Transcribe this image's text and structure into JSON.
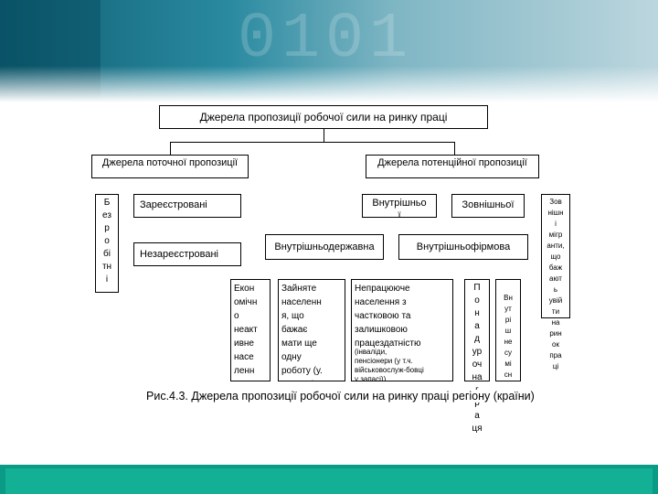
{
  "diagram": {
    "top_title": "Джерела пропозиції робочої сили на ринку праці",
    "current_sources": "Джерела поточної пропозиції",
    "potential_sources": "Джерела потенційної пропозиції",
    "unemployed_vertical": "Б\nез\nр\nо\nбі\nтн\nі",
    "registered": "Зареєстровані",
    "unregistered": "Незареєстровані",
    "internal": "Внутрішньо\nї",
    "external": "Зовнішньої",
    "internal_state": "Внутрішньодержавна",
    "internal_firm": "Внутрішньофірмова",
    "external_migrants": "Зов\nнішн\nі\nмігр\nанти,\nщо\nбаж\nают\nь\nувій\nти\nна\nрин\nок\nпра\nці",
    "econ_inactive": "Екон\nомічн\nо\nнеакт\nивне\nнасе\nленн\nя",
    "employed_pop": "Зайняте\nнаселенн\nя, що\nбажає\nмати ще\nодну\nроботу (у.\nт.ч. учні",
    "nonworking": "Непрацююче\nнаселення з\nчастковою та\nзалишковою\nпрацездатністю",
    "nonworking_sub": "(інваліди,\nпенсіонери (у т.ч.\nвійськовослуж-бовці\nу запасі))",
    "podrostk": "П\nо\nн\nа\nд\nур\nоч\nна\nг\nр\nа\nця",
    "internal_short": "Вн\nут\nрі\nш\nне\nсу\nмі\nсн\n...",
    "caption": "Рис.4.3. Джерела пропозиції робочої сили на ринку праці регіону (країни)"
  },
  "colors": {
    "banner": "#1f7d93",
    "footer": "#13b095"
  }
}
